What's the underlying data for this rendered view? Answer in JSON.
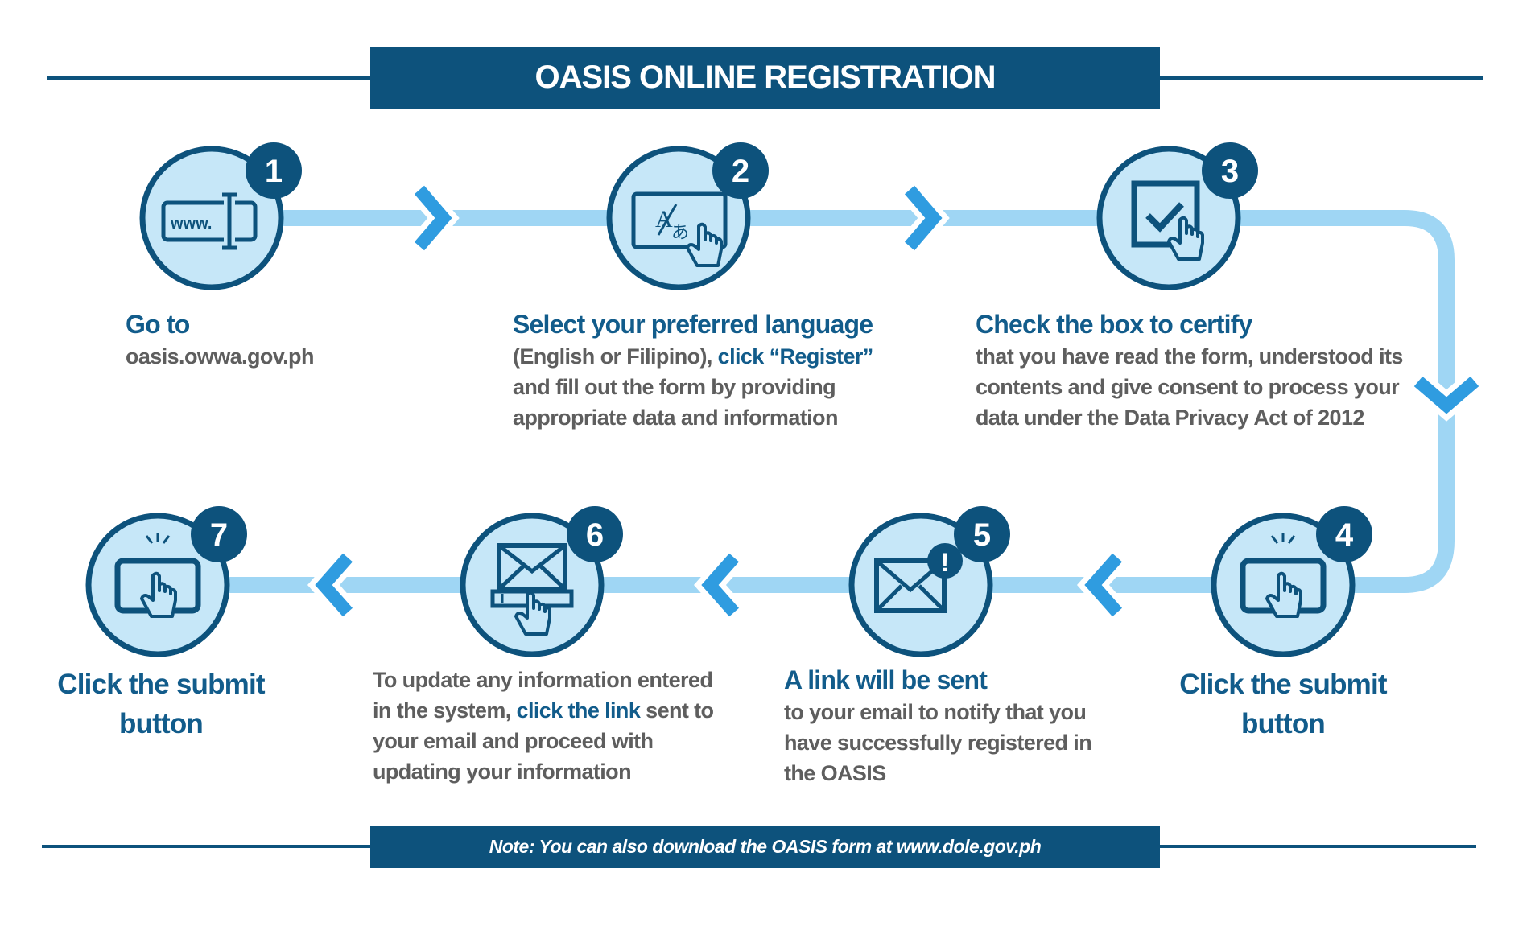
{
  "title": "OASIS ONLINE REGISTRATION",
  "note": "Note: You can also download the OASIS form at www.dole.gov.ph",
  "colors": {
    "navy": "#0d527c",
    "heading_blue": "#125c8b",
    "light_blue": "#9fd6f4",
    "circle_fill": "#c6e7f8",
    "arrow_blue": "#2f9ce0",
    "body_gray": "#5e5e5e"
  },
  "steps": [
    {
      "number": "1",
      "icon": "web-address-icon",
      "heading": "Go to",
      "lines": [
        "oasis.owwa.gov.ph"
      ]
    },
    {
      "number": "2",
      "icon": "language-select-icon",
      "heading": "Select your preferred language",
      "line1_pre": "(English or Filipino), ",
      "line1_link": "click “Register”",
      "lines": [
        "and fill out the form by providing",
        "appropriate data and information"
      ]
    },
    {
      "number": "3",
      "icon": "checkbox-certify-icon",
      "heading": "Check the box to certify",
      "lines": [
        "that you have read the form, understood its",
        "contents and give consent to process your",
        "data under the Data Privacy Act of 2012"
      ]
    },
    {
      "number": "4",
      "icon": "submit-tap-icon",
      "heading_lines": [
        "Click the submit",
        "button"
      ]
    },
    {
      "number": "5",
      "icon": "email-alert-icon",
      "heading": "A link will be sent",
      "lines": [
        "to your email to notify that you",
        "have successfully registered in",
        "the OASIS"
      ]
    },
    {
      "number": "6",
      "icon": "email-link-icon",
      "line1": "To update any information entered",
      "line2_pre": "in the system, ",
      "line2_link": "click the link",
      "line2_post": " sent to",
      "lines": [
        "your email and proceed with",
        "updating your information"
      ]
    },
    {
      "number": "7",
      "icon": "submit-tap-icon",
      "heading_lines": [
        "Click the submit",
        "button"
      ]
    }
  ]
}
